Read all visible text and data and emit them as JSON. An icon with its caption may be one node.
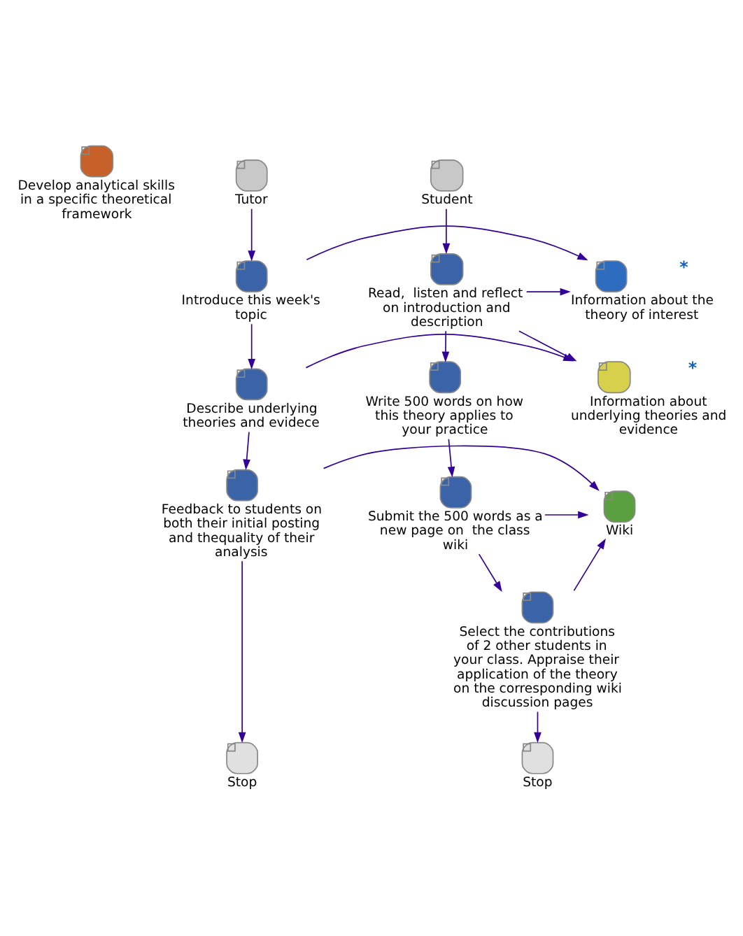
{
  "diagram": {
    "nodes": [
      {
        "text": [
          "Develop analytical skills in a specific theoretical framework"
        ]
      },
      {
        "text": [
          "Student"
        ]
      },
      {
        "text": [
          "Tutor"
        ]
      },
      {
        "text": [
          "Read,  listen and reflect on introduction and description"
        ]
      },
      {
        "text": [
          "Information about the theory of interest"
        ],
        "beside": [
          "*"
        ]
      },
      {
        "text": [
          "Introduce this week's topic"
        ]
      },
      {
        "text": [
          "Information about underlying theories and evidence"
        ],
        "beside": [
          "*"
        ]
      },
      {
        "text": [
          "Describe underlying theories and evidece"
        ]
      },
      {
        "text": [
          "Write 500 words on how this theory applies to your practice"
        ]
      },
      {
        "text": [
          "Submit the 500 words as a new page on  the class wiki"
        ]
      },
      {
        "text": [
          "Wiki"
        ]
      },
      {
        "text": [
          "Feedback to students on both their initial posting and thequality of their analysis"
        ]
      },
      {
        "text": [
          "Select the contributions of 2 other students in your class. Appraise their application of the theory on the corresponding wiki discussion pages"
        ]
      },
      {
        "text": [
          "Stop"
        ]
      },
      {
        "text": [
          "Stop"
        ]
      }
    ],
    "edges": [
      {
        "from": 1,
        "to": 3,
        "arrow": "to"
      },
      {
        "from": 3,
        "to": 4,
        "arrow": "to"
      },
      {
        "from": 5,
        "to": 4,
        "arrow": "to"
      },
      {
        "from": 2,
        "to": 5,
        "arrow": "to"
      },
      {
        "from": 3,
        "to": 6,
        "arrow": "to"
      },
      {
        "from": 7,
        "to": 6,
        "arrow": "to"
      },
      {
        "from": 5,
        "to": 7,
        "arrow": "to"
      },
      {
        "from": 3,
        "to": 8,
        "arrow": "to"
      },
      {
        "from": 8,
        "to": 9,
        "arrow": "to"
      },
      {
        "from": 9,
        "to": 10,
        "arrow": "to"
      },
      {
        "from": 12,
        "to": 10,
        "arrow": "to"
      },
      {
        "from": 11,
        "to": 10,
        "arrow": "to"
      },
      {
        "from": 7,
        "to": 11,
        "arrow": "to"
      },
      {
        "from": 9,
        "to": 12,
        "arrow": "to"
      },
      {
        "from": 12,
        "to": 13,
        "arrow": "to"
      },
      {
        "from": 11,
        "to": 14,
        "arrow": "to"
      }
    ]
  }
}
